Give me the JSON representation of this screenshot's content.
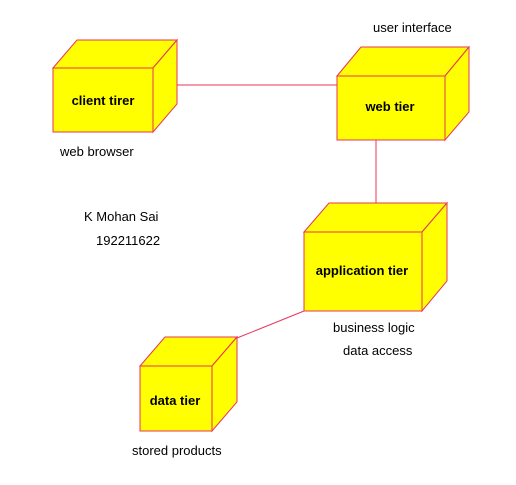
{
  "colors": {
    "node_fill": "#ffff00",
    "node_stroke": "#e8355a",
    "connector": "#e8355a",
    "background": "#ffffff"
  },
  "nodes": {
    "client": {
      "label": "client tirer",
      "caption": "web browser"
    },
    "web": {
      "label": "web tier",
      "caption": "user interface"
    },
    "application": {
      "label": "application tier",
      "caption_line1": "business logic",
      "caption_line2": "data access"
    },
    "data": {
      "label": "data tier",
      "caption": "stored products"
    }
  },
  "author": {
    "name": "K Mohan Sai",
    "id": "192211622"
  }
}
